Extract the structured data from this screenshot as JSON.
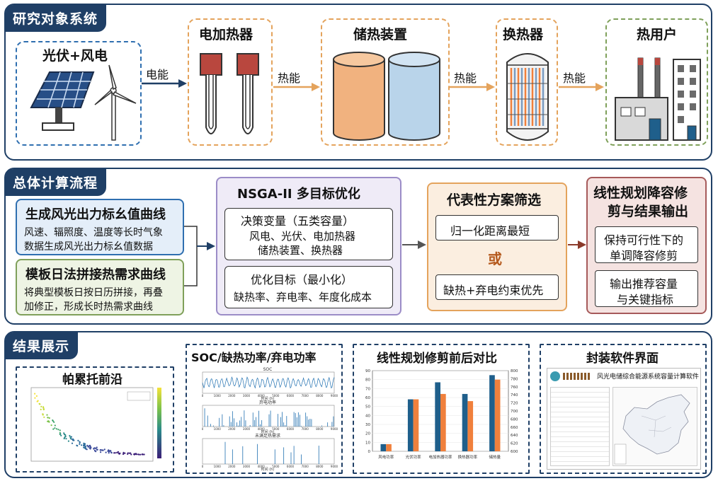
{
  "sections": {
    "system": "研究对象系统",
    "process": "总体计算流程",
    "results": "结果展示"
  },
  "system": {
    "pv_wind": "光伏+风电",
    "heater": "电加热器",
    "storage": "储热装置",
    "exchanger": "换热器",
    "user": "热用户",
    "arrow_electric": "电能",
    "arrow_heat1": "热能",
    "arrow_heat2": "热能",
    "arrow_heat3": "热能"
  },
  "process": {
    "curve_title": "生成风光出力标幺值曲线",
    "curve_desc1": "风速、辐照度、温度等长时气象",
    "curve_desc2": "数据生成风光出力标幺值数据",
    "template_title": "模板日法拼接热需求曲线",
    "template_desc1": "将典型模板日按日历拼接，再叠",
    "template_desc2": "加修正，形成长时热需求曲线",
    "nsga_title": "NSGA-II 多目标优化",
    "decision_title": "决策变量（五类容量）",
    "decision_desc1": "风电、光伏、电加热器",
    "decision_desc2": "储热装置、换热器",
    "objective_title": "优化目标（最小化）",
    "objective_desc": "缺热率、弃电率、年度化成本",
    "rep_title": "代表性方案筛选",
    "rep_opt1": "归一化距离最短",
    "rep_or": "或",
    "rep_opt2": "缺热+弃电约束优先",
    "lp_title1": "线性规划降容修",
    "lp_title2": "剪与结果输出",
    "lp_opt1a": "保持可行性下的",
    "lp_opt1b": "单调降容修剪",
    "lp_opt2a": "输出推荐容量",
    "lp_opt2b": "与关键指标"
  },
  "results": {
    "pareto_title": "帕累托前沿",
    "soc_title": "SOC/缺热功率/弃电功率",
    "lp_title": "线性规划修剪前后对比",
    "software_title": "封装软件界面",
    "software_header": "风光电储综合能源系统容量计算软件",
    "soc_panel1": "SOC",
    "soc_panel2": "弃电功率",
    "soc_panel3": "未满足热需求",
    "soc_xlabel": "时间 (h)",
    "soc_xticks": [
      "0",
      "1000",
      "2000",
      "3000",
      "4000",
      "5000",
      "6000",
      "7000",
      "8000",
      "9000"
    ]
  },
  "chart_data": {
    "type": "bar",
    "categories": [
      "风电功率",
      "光伏功率",
      "电加热器功率",
      "换热器功率",
      "储热量"
    ],
    "series": [
      {
        "values": [
          8,
          58,
          77,
          64,
          85
        ]
      },
      {
        "values": [
          8,
          58,
          64,
          56,
          80
        ]
      }
    ],
    "ylim_left": [
      0,
      90
    ],
    "yticks_left": [
      0,
      10,
      20,
      30,
      40,
      50,
      60,
      70,
      80,
      90
    ],
    "ylim_right": [
      600,
      800
    ],
    "yticks_right": [
      600,
      620,
      640,
      660,
      680,
      700,
      720,
      740,
      760,
      780,
      800
    ],
    "colors": [
      "#1f5f8b",
      "#f0803c"
    ]
  },
  "colors": {
    "navy": "#1f3f66",
    "orange": "#e4a35c",
    "purple": "#9b8cc7",
    "red": "#a65a5a",
    "blue": "#2f6fb0",
    "green": "#7fa05a"
  }
}
